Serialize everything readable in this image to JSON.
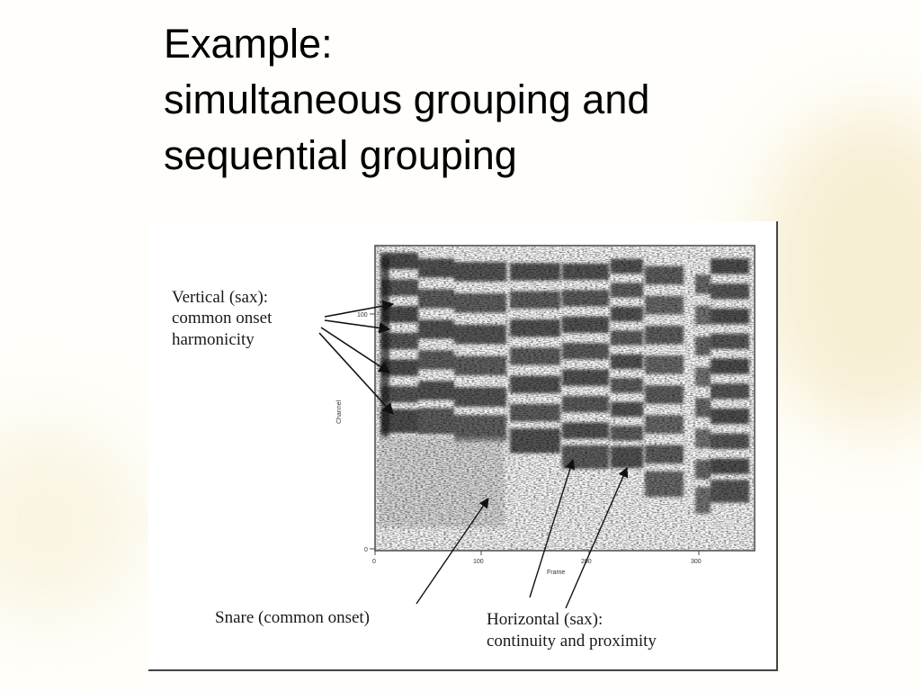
{
  "slide": {
    "title_lines": [
      "Example:",
      "simultaneous grouping and",
      "sequential grouping"
    ]
  },
  "figure": {
    "labels": {
      "vertical": [
        "Vertical (sax):",
        "common onset",
        "harmonicity"
      ],
      "snare": "Snare (common onset)",
      "horizontal": [
        "Horizontal (sax):",
        "continuity and proximity"
      ]
    },
    "axes": {
      "ylabel": "Channel",
      "xlabel": "Frame",
      "xticks": [
        "0",
        "100",
        "200",
        "300"
      ],
      "yticks": [
        "0",
        "100"
      ]
    }
  }
}
